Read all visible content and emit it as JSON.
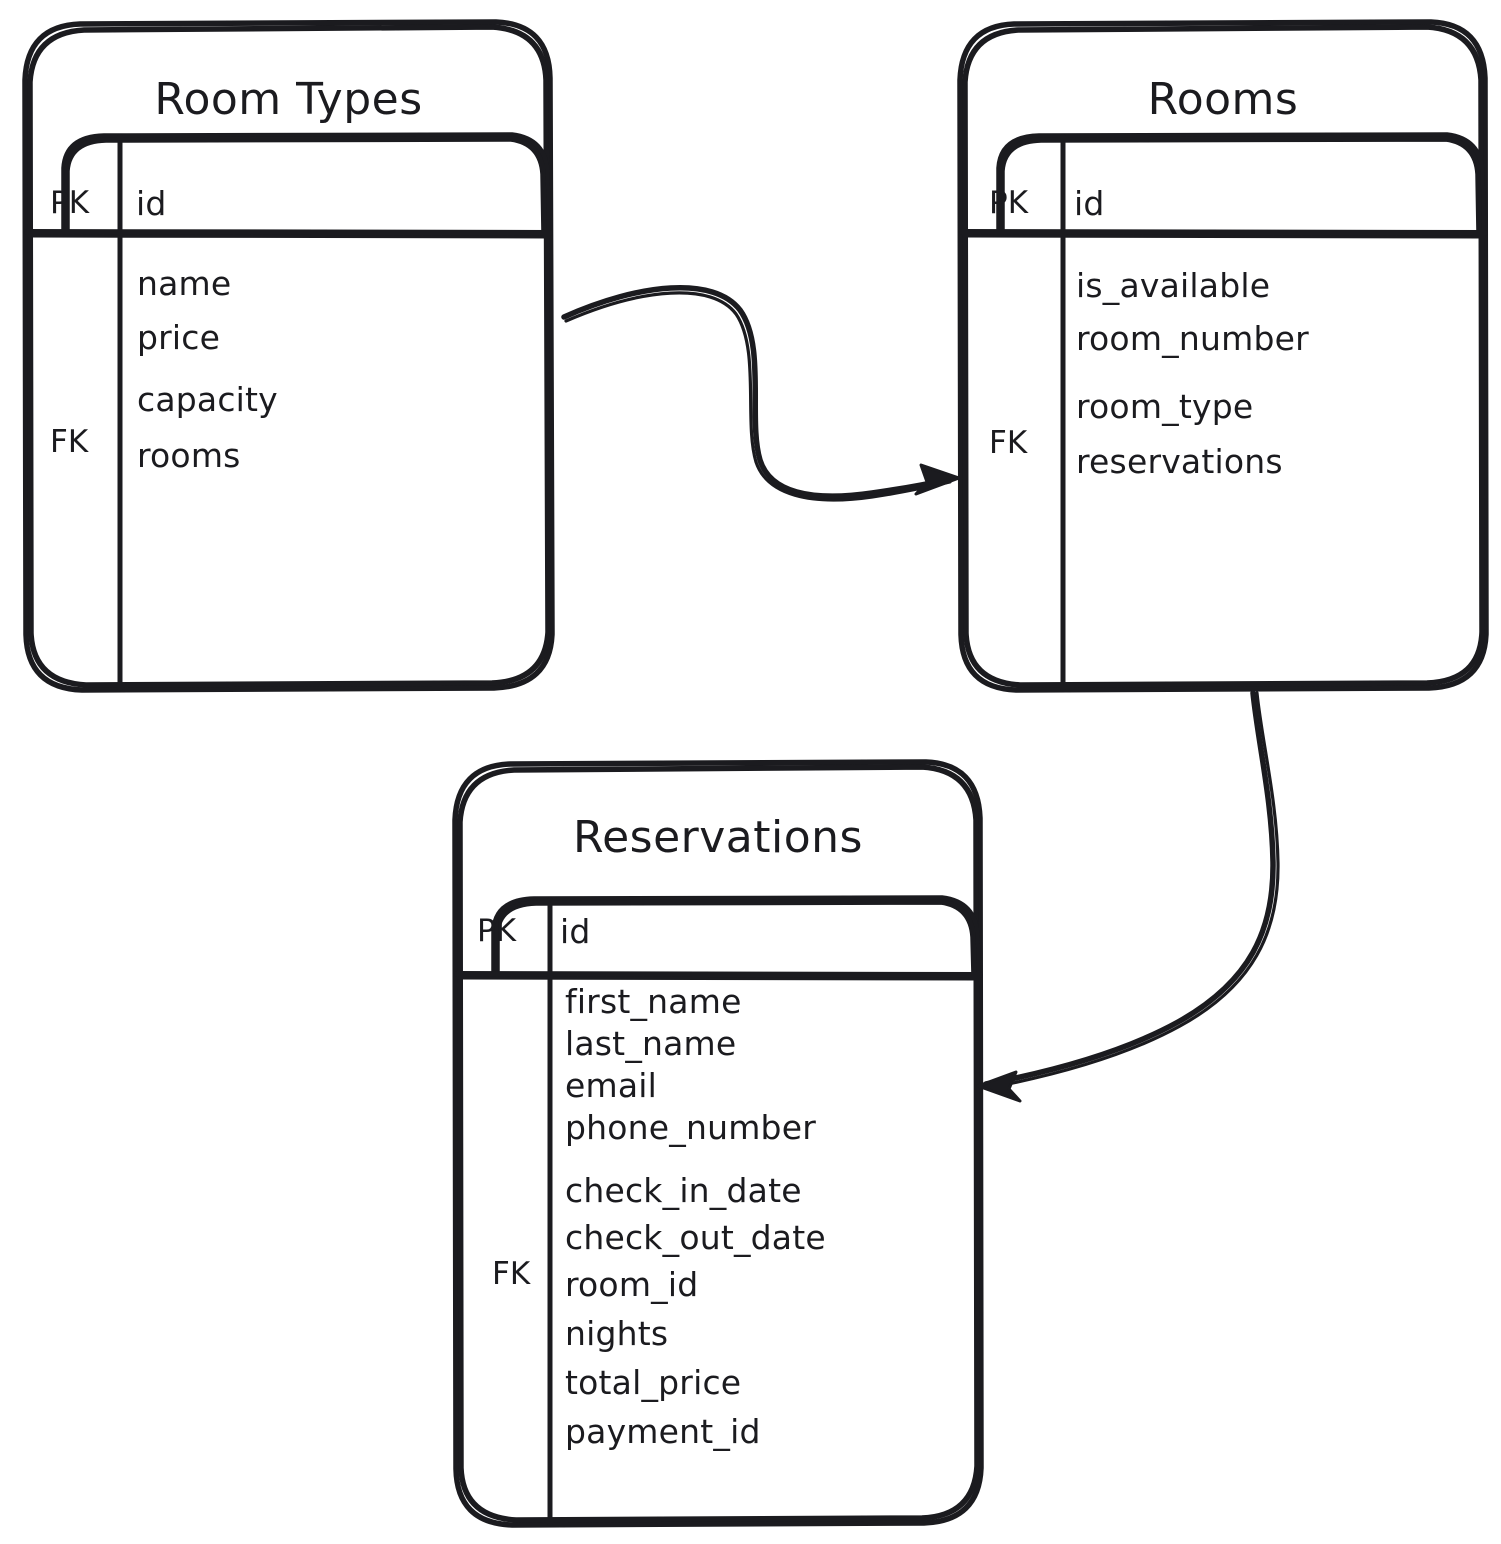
{
  "diagram": {
    "type": "entity-relationship-diagram",
    "style": "hand-drawn",
    "stroke_color": "#1b1b1f",
    "background_color": "#ffffff",
    "entities": [
      {
        "id": "room_types",
        "title": "Room Types",
        "key_labels": {
          "pk": "PK",
          "fk": "FK"
        },
        "pk_field": "id",
        "fields": [
          "name",
          "price",
          "capacity",
          "rooms"
        ],
        "fk_field": "rooms"
      },
      {
        "id": "rooms",
        "title": "Rooms",
        "key_labels": {
          "pk": "PK",
          "fk": "FK"
        },
        "pk_field": "id",
        "fields": [
          "is_available",
          "room_number",
          "room_type",
          "reservations"
        ],
        "fk_field": "reservations"
      },
      {
        "id": "reservations",
        "title": "Reservations",
        "key_labels": {
          "pk": "PK",
          "fk": "FK"
        },
        "pk_field": "id",
        "fields": [
          "first_name",
          "last_name",
          "email",
          "phone_number",
          "check_in_date",
          "check_out_date",
          "room_id",
          "nights",
          "total_price",
          "payment_id"
        ],
        "fk_field": "room_id"
      }
    ],
    "relationships": [
      {
        "from": "room_types",
        "to": "rooms",
        "arrow": "arrow-right"
      },
      {
        "from": "rooms",
        "to": "reservations",
        "arrow": "arrow-left"
      }
    ]
  }
}
